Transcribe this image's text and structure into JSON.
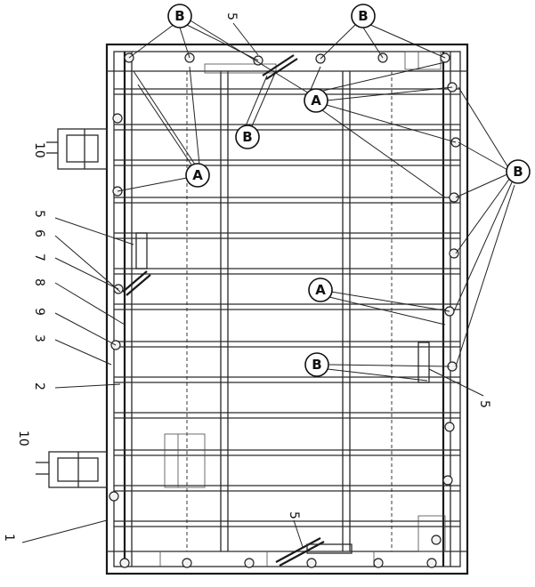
{
  "callouts": {
    "b_top_left": "B",
    "b_top_right": "B",
    "b_mid_top": "B",
    "b_right": "B",
    "b_lower_mid": "B",
    "a_upper_left": "A",
    "a_upper_right": "A",
    "a_mid_right": "A"
  },
  "part_numbers": {
    "n10_top": "10",
    "n10_bottom": "10",
    "n5_top": "5",
    "n5_left": "5",
    "n5_right": "5",
    "n5_bottom": "5",
    "n6": "6",
    "n7": "7",
    "n8": "8",
    "n9": "9",
    "n3": "3",
    "n2": "2",
    "n1": "1"
  }
}
